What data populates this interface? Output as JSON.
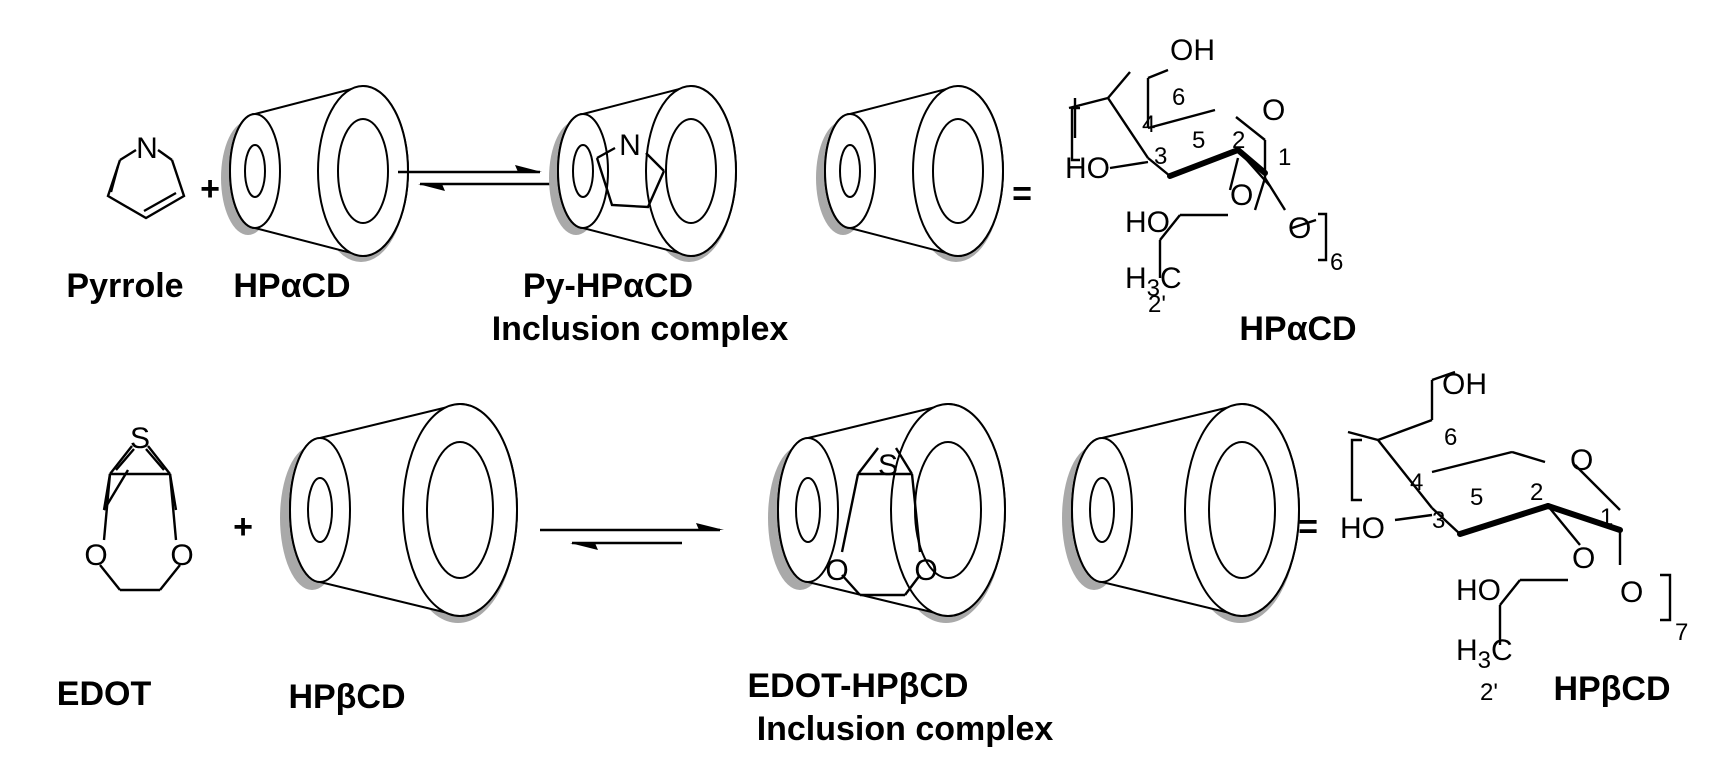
{
  "row1": {
    "monomer_label": "Pyrrole",
    "monomer_atom": "N",
    "plus": "+",
    "host_label": "HPαCD",
    "complex_label": "Py-HPαCD",
    "complex_sub": "Inclusion complex",
    "complex_atom": "N",
    "equals": "=",
    "struct_label": "HPαCD",
    "repeat": "6"
  },
  "row2": {
    "monomer_label": "EDOT",
    "monomer_atom_s": "S",
    "monomer_atom_o1": "O",
    "monomer_atom_o2": "O",
    "plus": "+",
    "host_label": "HPβCD",
    "complex_label": "EDOT-HPβCD",
    "complex_sub": "Inclusion complex",
    "complex_atom_s": "S",
    "complex_atom_o1": "O",
    "complex_atom_o2": "O",
    "equals": "=",
    "struct_label": "HPβCD",
    "repeat": "7"
  },
  "glucose": {
    "oh_top": "OH",
    "ho_left": "HO",
    "o_ring": "O",
    "o_ether": "O",
    "o_glyco": "O",
    "ho_side": "HO",
    "ch3": "H",
    "ch3_sub": "3",
    "ch3_c": "C",
    "n1": "1",
    "n2": "2",
    "n3": "3",
    "n4": "4",
    "n5": "5",
    "n6": "6",
    "n2p": "2'"
  }
}
